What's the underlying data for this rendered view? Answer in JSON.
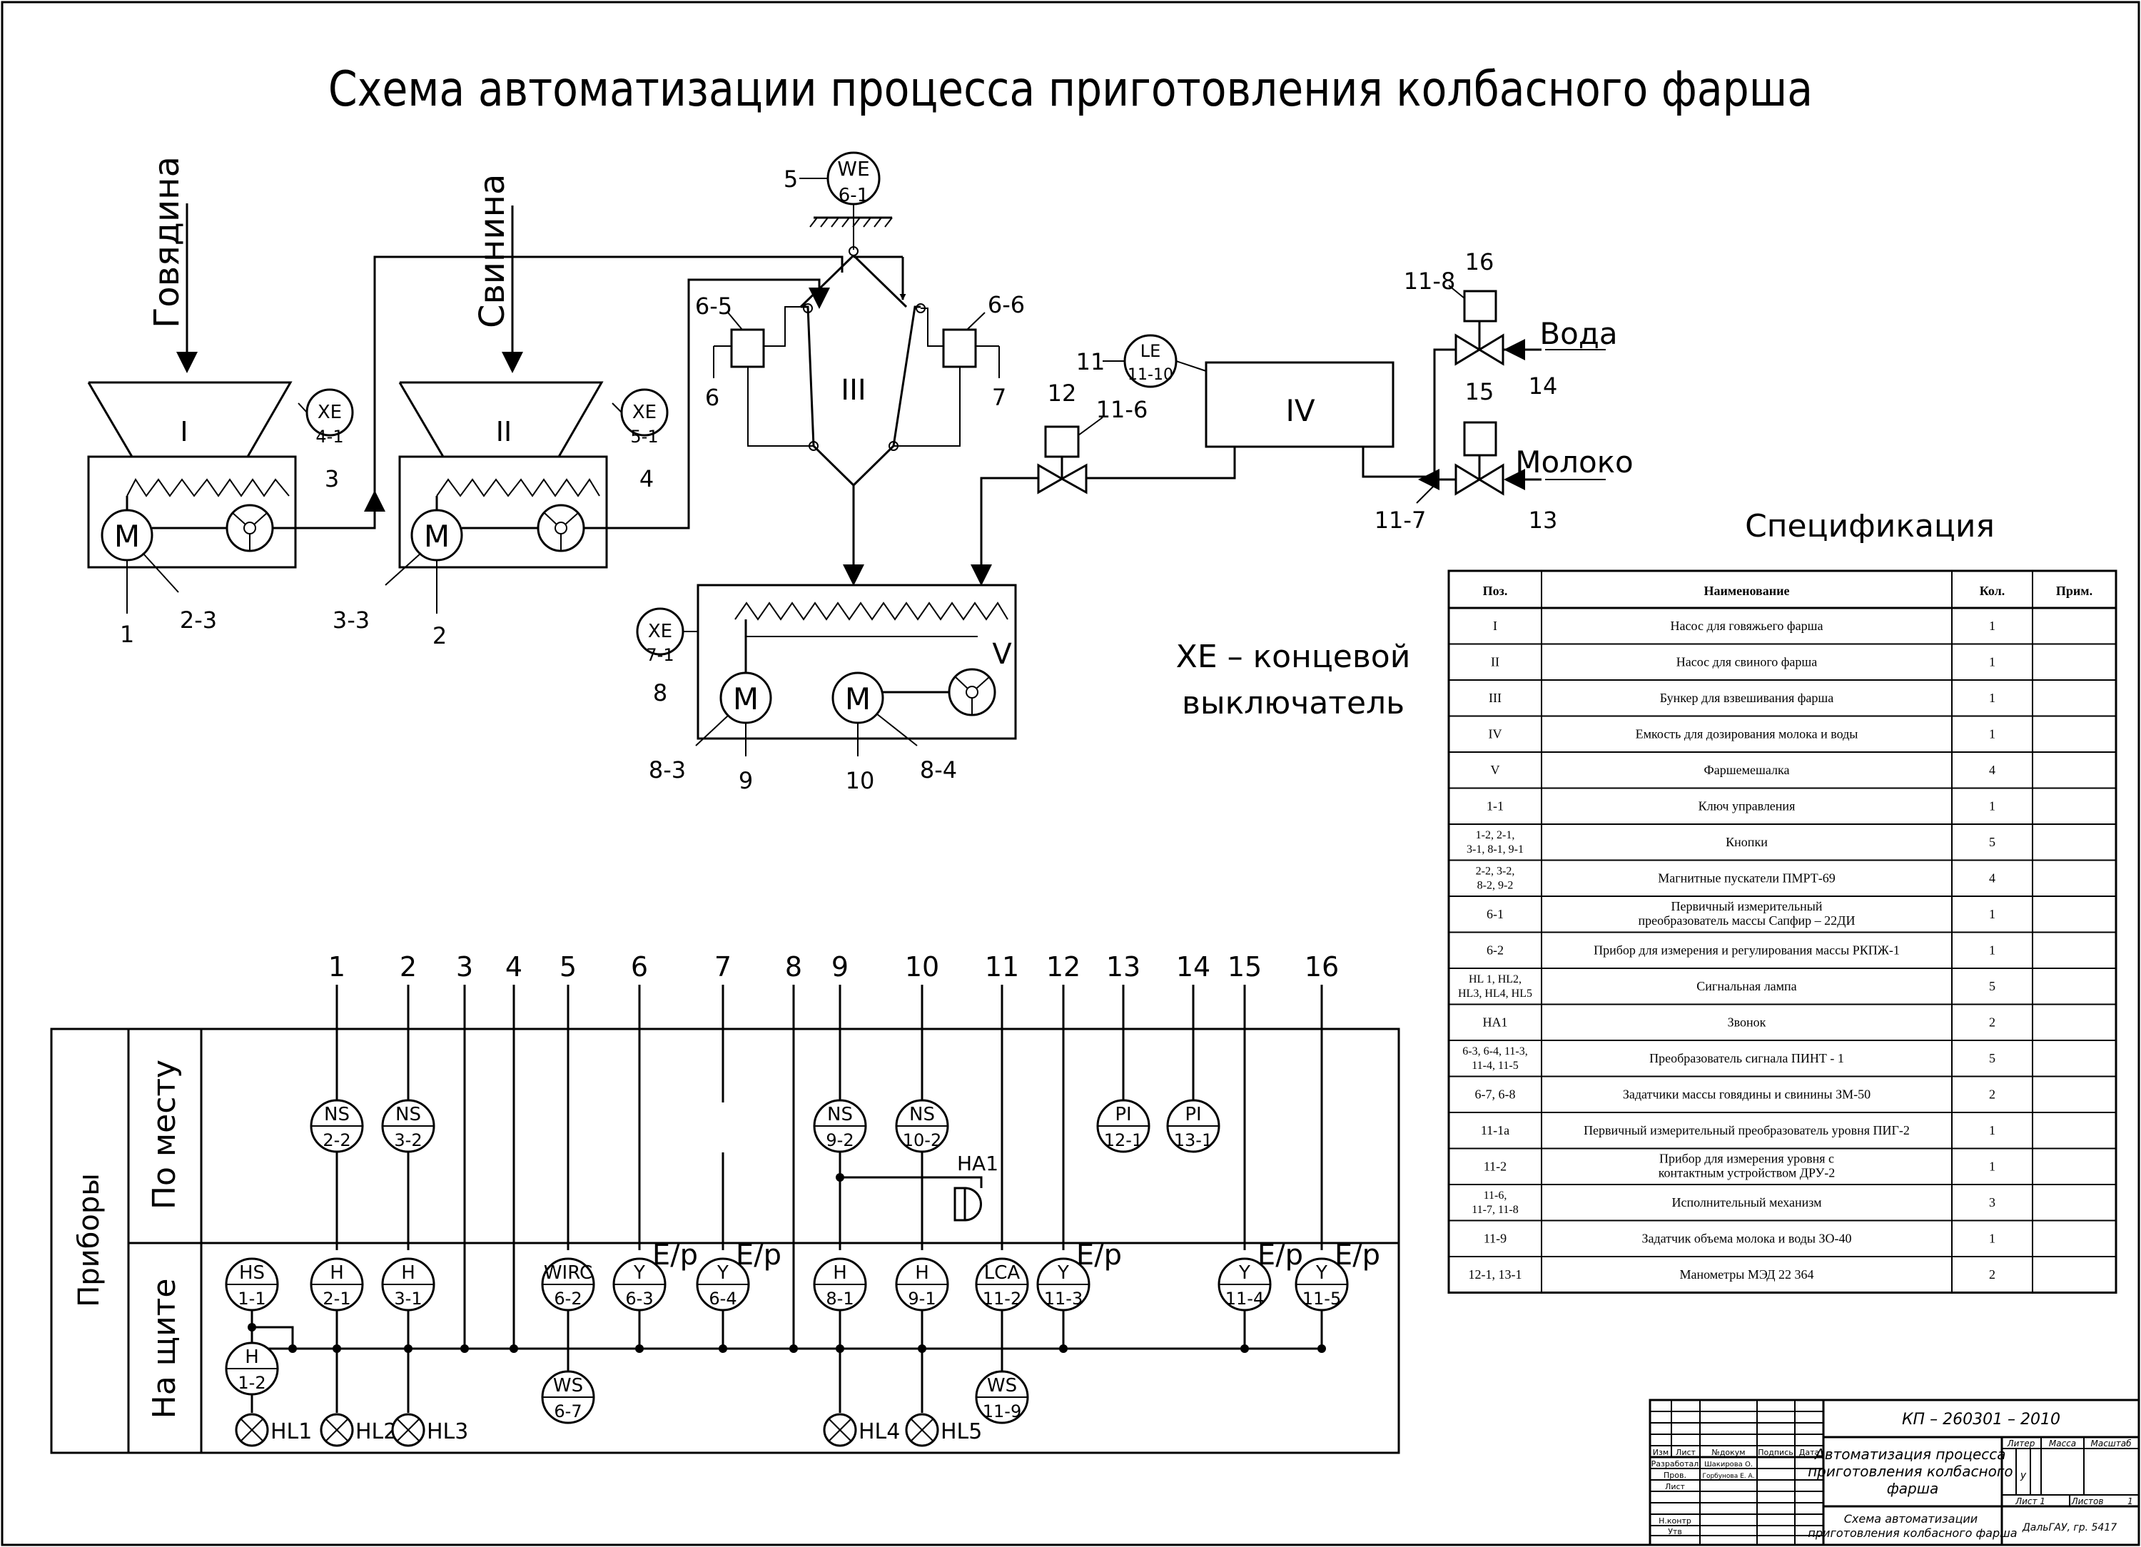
{
  "title": "Схема автоматизации процесса приготовления колбасного фарша",
  "inputs": {
    "beef": "Говядина",
    "pork": "Свинина",
    "water": "Вода",
    "milk": "Молоко"
  },
  "units": {
    "u1": "I",
    "u2": "II",
    "u3": "III",
    "u4": "IV",
    "u5": "V"
  },
  "motor_letter": "M",
  "sensors": {
    "xe1_a": "XE",
    "xe1_b": "4-1",
    "xe2_a": "XE",
    "xe2_b": "5-1",
    "xe3_a": "XE",
    "xe3_b": "7-1",
    "we_a": "WE",
    "we_b": "6-1",
    "le_a": "LE",
    "le_b": "11-10"
  },
  "tags": {
    "t1": "1",
    "t2": "2",
    "t3": "3",
    "t4": "4",
    "t5": "5",
    "t6": "6",
    "t7": "7",
    "t8": "8",
    "t9": "9",
    "t10": "10",
    "t11": "11",
    "t12": "12",
    "t13": "13",
    "t14": "14",
    "t15": "15",
    "t16": "16",
    "t2_3": "2-3",
    "t3_3": "3-3",
    "t6_5": "6-5",
    "t6_6": "6-6",
    "t11_6": "11-6",
    "t11_7": "11-7",
    "t11_8": "11-8",
    "t8_3": "8-3",
    "t8_4": "8-4"
  },
  "legend_note": {
    "line1": "XE – концевой",
    "line2": "выключатель"
  },
  "spec_title": "Спецификация",
  "spec": {
    "headers": [
      "Поз.",
      "Наименование",
      "Кол.",
      "Прим."
    ],
    "rows": [
      {
        "pos": "I",
        "name": "Насос для говяжьего фарша",
        "qty": "1"
      },
      {
        "pos": "II",
        "name": "Насос для свиного фарша",
        "qty": "1"
      },
      {
        "pos": "III",
        "name": "Бункер для взвешивания фарша",
        "qty": "1"
      },
      {
        "pos": "IV",
        "name": "Емкость для дозирования молока и воды",
        "qty": "1"
      },
      {
        "pos": "V",
        "name": "Фаршемешалка",
        "qty": "4"
      },
      {
        "pos": "1-1",
        "name": "Ключ управления",
        "qty": "1"
      },
      {
        "pos": "1-2, 2-1, 3-1, 8-1, 9-1",
        "name": "Кнопки",
        "qty": "5"
      },
      {
        "pos": "2-2, 3-2, 8-2, 9-2",
        "name": "Магнитные пускатели ПМРТ-69",
        "qty": "4"
      },
      {
        "pos": "6-1",
        "name": "Первичный измерительный преобразователь массы Сапфир – 22ДИ",
        "qty": "1"
      },
      {
        "pos": "6-2",
        "name": "Прибор для измерения и регулирования массы РКПЖ-1",
        "qty": "1"
      },
      {
        "pos": "HL 1, HL2, HL3, HL4, HL5",
        "name": "Сигнальная лампа",
        "qty": "5"
      },
      {
        "pos": "HA1",
        "name": "Звонок",
        "qty": "2"
      },
      {
        "pos": "6-3, 6-4, 11-3, 11-4, 11-5",
        "name": "Преобразователь сигнала ПИНТ - 1",
        "qty": "5"
      },
      {
        "pos": "6-7, 6-8",
        "name": "Задатчики массы говядины и свинины ЗМ-50",
        "qty": "2"
      },
      {
        "pos": "11-1а",
        "name": "Первичный измерительный преобразователь уровня ПИГ-2",
        "qty": "1"
      },
      {
        "pos": "11-2",
        "name": "Прибор для измерения уровня с контактным устройством ДРУ-2",
        "qty": "1"
      },
      {
        "pos": "11-6, 11-7, 11-8",
        "name": "Исполнительный механизм",
        "qty": "3"
      },
      {
        "pos": "11-9",
        "name": "Задатчик объема молока и воды ЗО-40",
        "qty": "1"
      },
      {
        "pos": "12-1, 13-1",
        "name": "Манометры МЭД 22 364",
        "qty": "2"
      }
    ]
  },
  "panel": {
    "group_label": "Приборы",
    "row_local": "По месту",
    "row_board": "На щите",
    "line_numbers": [
      "1",
      "2",
      "3",
      "4",
      "5",
      "6",
      "7",
      "8",
      "9",
      "10",
      "11",
      "12",
      "13",
      "14",
      "15",
      "16"
    ],
    "ep": "E/p",
    "ha1": "HA1",
    "instruments": {
      "ns22_a": "NS",
      "ns22_b": "2-2",
      "ns32_a": "NS",
      "ns32_b": "3-2",
      "ns92_a": "NS",
      "ns92_b": "9-2",
      "ns102_a": "NS",
      "ns102_b": "10-2",
      "pi121_a": "PI",
      "pi121_b": "12-1",
      "pi131_a": "PI",
      "pi131_b": "13-1",
      "hs11_a": "HS",
      "hs11_b": "1-1",
      "h12_a": "H",
      "h12_b": "1-2",
      "h21_a": "H",
      "h21_b": "2-1",
      "h31_a": "H",
      "h31_b": "3-1",
      "wirc_a": "WIRC",
      "wirc_b": "6-2",
      "ws67_a": "WS",
      "ws67_b": "6-7",
      "y63_a": "Y",
      "y63_b": "6-3",
      "y64_a": "Y",
      "y64_b": "6-4",
      "h81_a": "H",
      "h81_b": "8-1",
      "h91_a": "H",
      "h91_b": "9-1",
      "lca_a": "LCA",
      "lca_b": "11-2",
      "ws119_a": "WS",
      "ws119_b": "11-9",
      "y113_a": "Y",
      "y113_b": "11-3",
      "y114_a": "Y",
      "y114_b": "11-4",
      "y115_a": "Y",
      "y115_b": "11-5"
    },
    "lamps": [
      "HL1",
      "HL2",
      "HL3",
      "HL4",
      "HL5"
    ]
  },
  "stamp": {
    "code": "КП – 260301 – 2010",
    "doc_title": "Автоматизация процесса приготовления колбасного фарша",
    "sheet_title": "Схема автоматизации приготовления колбасного фарша",
    "h_izm": "Изм",
    "h_list": "Лист",
    "h_ndoc": "№докум",
    "h_podp": "Подпись",
    "h_data": "Дата",
    "razrab": "Разработал",
    "razrab_name": "Шакирова О.",
    "prov": "Пров.",
    "prov_name": "Горбунова Е. А.",
    "list": "Лист",
    "nkontr": "Н.контр",
    "utv": "Утв",
    "liter": "Литер",
    "massa": "Масса",
    "masshtab": "Масштаб",
    "liter_val": "у",
    "list_label": "Лист 1",
    "listov_label": "Листов",
    "listov_val": "1",
    "org": "ДальГАУ, гр. 5417"
  }
}
